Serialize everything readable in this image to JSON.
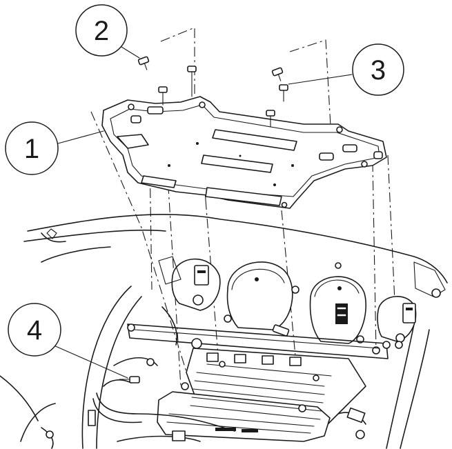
{
  "callouts": [
    {
      "number": "1"
    },
    {
      "number": "2"
    },
    {
      "number": "3"
    },
    {
      "number": "4"
    }
  ],
  "colors": {
    "line": "#1a1a1a",
    "background": "#ffffff"
  }
}
